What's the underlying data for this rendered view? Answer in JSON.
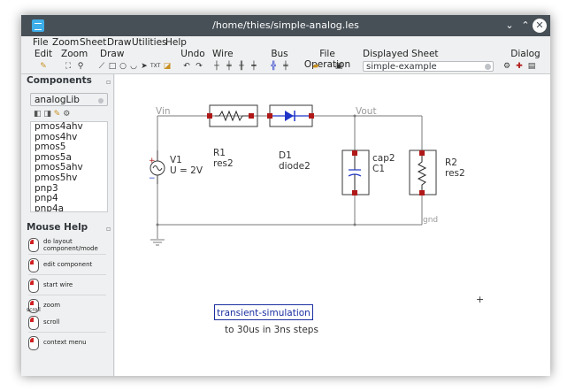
{
  "window": {
    "title": "/home/thies/simple-analog.les",
    "controls": {
      "minimize": "⌄",
      "maximize": "⌃",
      "close": "✕"
    }
  },
  "menubar": [
    "File",
    "Zoom",
    "Sheet",
    "Draw",
    "Utilities",
    "Help"
  ],
  "toolbar": {
    "edit": "Edit",
    "zoom": "Zoom",
    "draw": "Draw",
    "undo": "Undo",
    "wire": "Wire",
    "bus": "Bus",
    "file_operation": "File Operation",
    "displayed_sheet": "Displayed Sheet",
    "dialog": "Dialog",
    "sheet_value": "simple-example"
  },
  "components_panel": {
    "title": "Components",
    "library": "analogLib",
    "items": [
      "pmos4ahv",
      "pmos4hv",
      "pmos5",
      "pmos5a",
      "pmos5ahv",
      "pmos5hv",
      "pnp3",
      "pnp4",
      "pnp4a"
    ]
  },
  "mouse_help": {
    "title": "Mouse Help",
    "rows": [
      {
        "text": "do layout\ncomponent/mode"
      },
      {
        "text": "edit component"
      },
      {
        "text": "start wire"
      },
      {
        "text": "zoom",
        "extra": "scroll"
      },
      {
        "text": "scroll"
      },
      {
        "text": "context menu"
      }
    ]
  },
  "schematic": {
    "net_vin": "Vin",
    "net_vout": "Vout",
    "net_gnd": "gnd",
    "v1_name": "V1",
    "v1_value": "U = 2V",
    "v1_plus": "+",
    "v1_minus": "−",
    "r1_name": "R1",
    "r1_model": "res2",
    "d1_name": "D1",
    "d1_model": "diode2",
    "cap_model": "cap2",
    "cap_name": "C1",
    "r2_name": "R2",
    "r2_model": "res2",
    "simulation": "transient-simulation",
    "sim_note": "to 30us in 3ns steps",
    "cursor": "+"
  },
  "colors": {
    "titlebar": "#475057",
    "window_bg": "#eff0f1",
    "wire": "#7a7a7a",
    "component": "#2a2a2a",
    "pin": "#b01818",
    "diode": "#1f35c8",
    "simulation_box": "#1a2ea0"
  }
}
